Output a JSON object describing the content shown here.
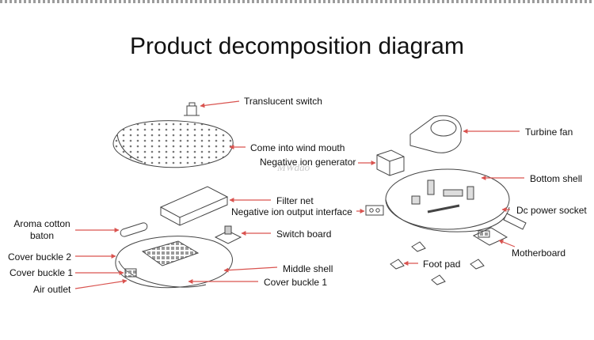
{
  "title": "Product decomposition diagram",
  "watermark": "MWdao",
  "accent_color": "#d9534f",
  "labels": {
    "translucent_switch": "Translucent switch",
    "come_into_wind_mouth": "Come into wind mouth",
    "negative_ion_generator": "Negative ion generator",
    "filter_net": "Filter net",
    "negative_ion_output_interface": "Negative ion output interface",
    "aroma_cotton_baton": "Aroma cotton baton",
    "switch_board": "Switch board",
    "cover_buckle_2": "Cover buckle 2",
    "cover_buckle_1_left": "Cover buckle 1",
    "middle_shell": "Middle shell",
    "air_outlet": "Air outlet",
    "cover_buckle_1_right": "Cover buckle 1",
    "turbine_fan": "Turbine fan",
    "bottom_shell": "Bottom shell",
    "dc_power_socket": "Dc power socket",
    "motherboard": "Motherboard",
    "foot_pad": "Foot pad"
  }
}
